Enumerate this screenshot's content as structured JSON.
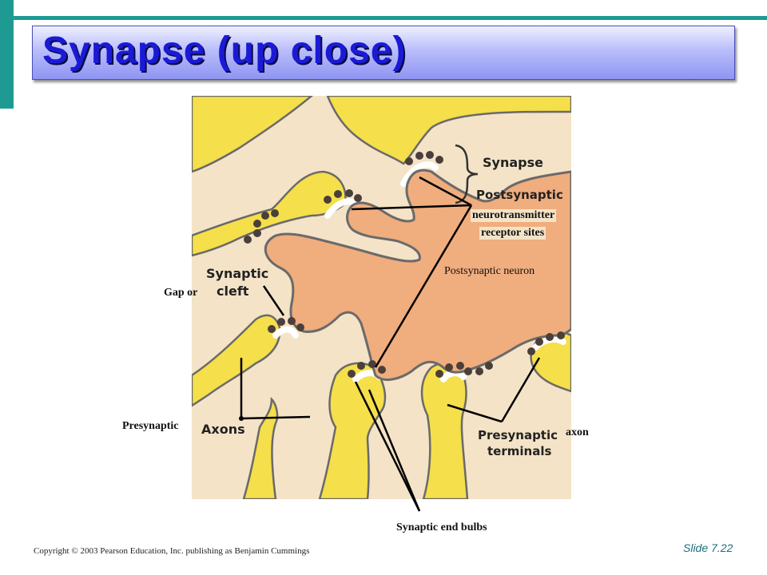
{
  "slide": {
    "title": "Synapse (up close)",
    "slide_number": "Slide 7.22",
    "copyright": "Copyright © 2003 Pearson Education, Inc. publishing as Benjamin Cummings"
  },
  "diagram": {
    "synapse_label": "Synapse",
    "postsynaptic_label": "Postsynaptic",
    "synaptic_label": "Synaptic",
    "cleft_label": "cleft",
    "axons_label": "Axons",
    "presynaptic_terminals_label_1": "Presynaptic",
    "presynaptic_terminals_label_2": "terminals"
  },
  "annotations": {
    "neurotransmitter": "neurotransmitter",
    "receptor_sites": "receptor sites",
    "postsynaptic_neuron": "Postsynaptic neuron",
    "gap_or": "Gap or",
    "presynaptic": "Presynaptic",
    "axon": "axon",
    "synaptic_end_bulbs": "Synaptic end bulbs"
  },
  "colors": {
    "accent": "#1f9a92",
    "title_text": "#1a1ad6",
    "background_cream": "#f4e3c7",
    "neuron_orange": "#f0ad7e",
    "axon_yellow": "#f5df4a",
    "receptor_dark": "#4a3f3a"
  }
}
